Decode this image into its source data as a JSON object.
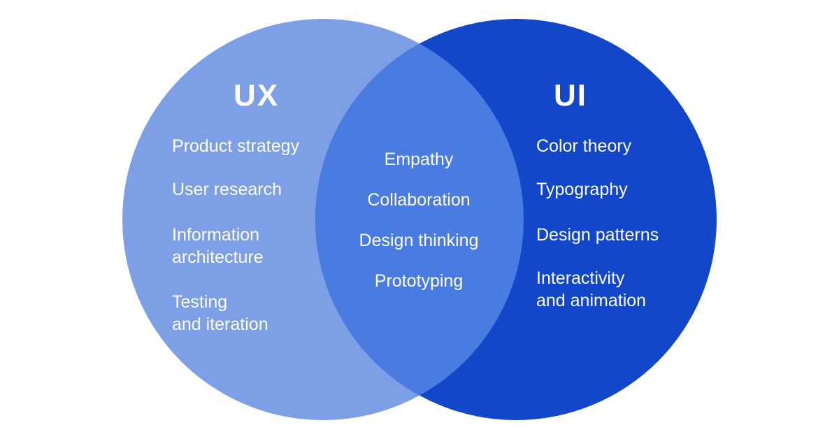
{
  "diagram": {
    "type": "venn",
    "background": "#ffffff",
    "text_color": "#ffffff",
    "left": {
      "title": "UX",
      "color": "#7d9fe6",
      "items": [
        "Product strategy",
        "User research",
        "Information\narchitecture",
        "Testing\nand iteration"
      ]
    },
    "center": {
      "color": "#4a7be0",
      "items": [
        "Empathy",
        "Collaboration",
        "Design thinking",
        "Prototyping"
      ]
    },
    "right": {
      "title": "UI",
      "color": "#1147c8",
      "items": [
        "Color theory",
        "Typography",
        "Design patterns",
        "Interactivity\nand animation"
      ]
    }
  }
}
